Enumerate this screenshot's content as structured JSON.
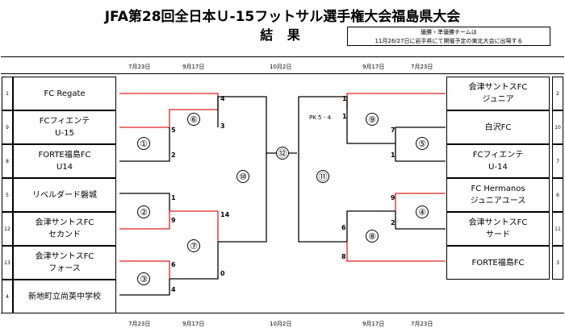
{
  "title": "JFA第28回全日本Ｕ-15フットサル選手権大会福島県大会",
  "subtitle": "結 果",
  "note": {
    "line1": "優勝・準優勝チームは",
    "line2": "11月26/27日に岩手県にて開催予定の東北大会に出場する"
  },
  "dates": {
    "d1": "7月23日",
    "d2": "9月17日",
    "d3": "10月2日",
    "d4": "9月17日",
    "d5": "7月23日"
  },
  "left_teams": [
    {
      "seed": "1",
      "name": "FC Regate"
    },
    {
      "seed": "9",
      "name": "FCフィエンテ\nU-15"
    },
    {
      "seed": "8",
      "name": "FORTE福島FC\nU14"
    },
    {
      "seed": "5",
      "name": "リベルダード磐城"
    },
    {
      "seed": "12",
      "name": "会津サントスFC\nセカンド"
    },
    {
      "seed": "13",
      "name": "会津サントスFC\nフォース"
    },
    {
      "seed": "4",
      "name": "新地町立尚英中学校"
    }
  ],
  "right_teams": [
    {
      "seed": "2",
      "name": "会津サントスFC\nジュニア"
    },
    {
      "seed": "10",
      "name": "白沢FC"
    },
    {
      "seed": "7",
      "name": "FCフィエンテ\nU-14"
    },
    {
      "seed": "6",
      "name": "FC Hermanos\nジュニアユース"
    },
    {
      "seed": "11",
      "name": "会津サントスFC\nサード"
    },
    {
      "seed": "3",
      "name": "FORTE福島FC"
    }
  ],
  "matches": {
    "m1": "①",
    "m2": "②",
    "m3": "③",
    "m4": "④",
    "m5": "⑤",
    "m6": "⑥",
    "m7": "⑦",
    "m8": "⑧",
    "m9": "⑨",
    "m10": "⑩",
    "m11": "⑪",
    "m12": "⑫"
  },
  "scores": {
    "m1_top": "5",
    "m1_bot": "2",
    "m2_top": "1",
    "m2_bot": "9",
    "m3_top": "6",
    "m3_bot": "4",
    "m6_top": "4",
    "m6_bot": "3",
    "m7_top": "14",
    "m7_bot": "0",
    "m4_top": "9",
    "m4_bot": "2",
    "m5_top": "7",
    "m5_bot": "1",
    "m9_top": "1",
    "m9_bot": "1",
    "m8_top": "6",
    "m8_bot": "8"
  },
  "pk_text": "PK 5 - 4",
  "colors": {
    "winner_line": "#e02020",
    "normal_line": "#000000"
  }
}
